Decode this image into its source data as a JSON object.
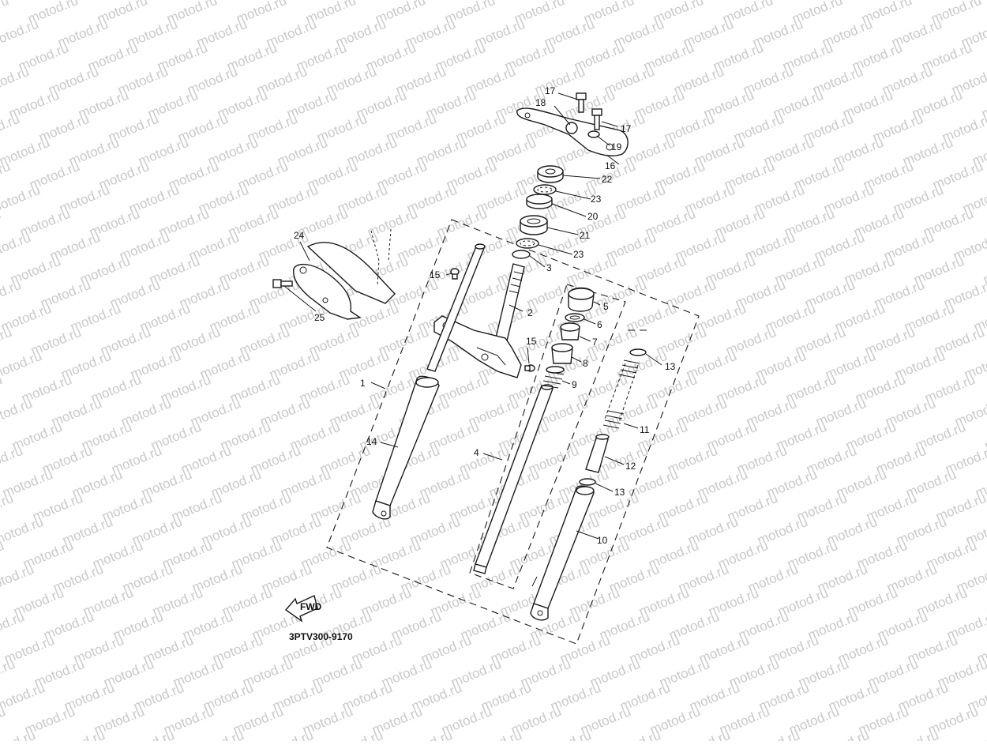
{
  "watermark": {
    "text": "motod.ru"
  },
  "diagram": {
    "code": "3PTV300-9170",
    "fwd_label": "FWD",
    "callouts": [
      "1",
      "2",
      "3",
      "4",
      "5",
      "6",
      "7",
      "8",
      "9",
      "10",
      "11",
      "12",
      "13",
      "13",
      "14",
      "15",
      "15",
      "16",
      "17",
      "17",
      "18",
      "19",
      "20",
      "21",
      "22",
      "23",
      "23",
      "24",
      "25"
    ]
  }
}
